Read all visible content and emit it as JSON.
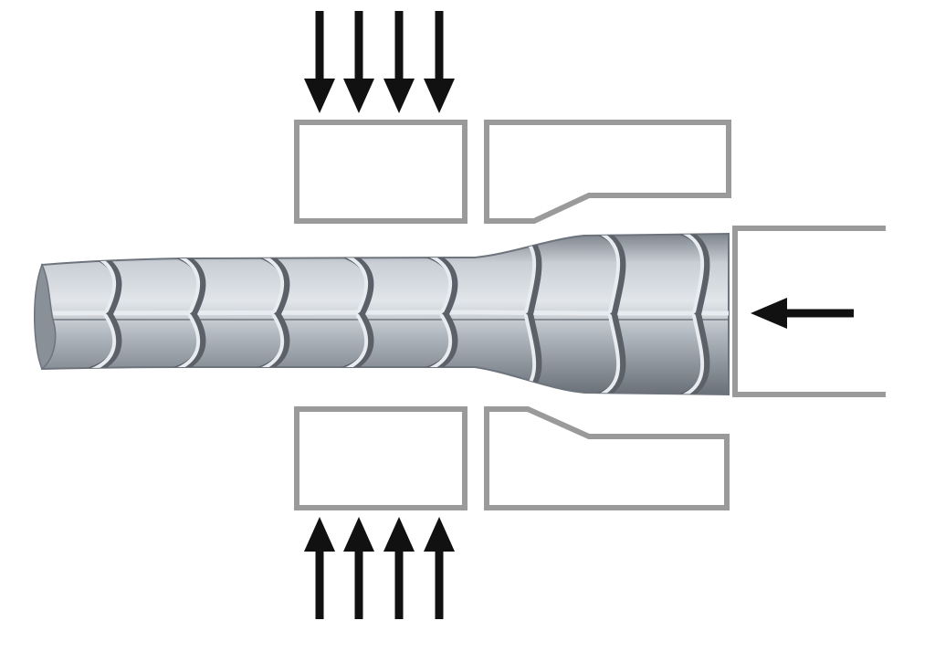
{
  "diagram": {
    "subject": "rebar-upsetting-forging",
    "colors": {
      "outline": "#9a9a9a",
      "arrow": "#111111",
      "bar_light": "#d9dde3",
      "bar_mid": "#a9afb8",
      "bar_dark": "#6e747d",
      "rib_shadow": "#5c6169",
      "rib_highlight": "#e8ebef"
    },
    "arrows": {
      "top_clamp_count": 4,
      "bottom_clamp_count": 4,
      "push_direction": "left"
    },
    "icons": {
      "clamp_force": "arrow-down-icon",
      "clamp_force_up": "arrow-up-icon",
      "push_force": "arrow-left-icon"
    }
  }
}
